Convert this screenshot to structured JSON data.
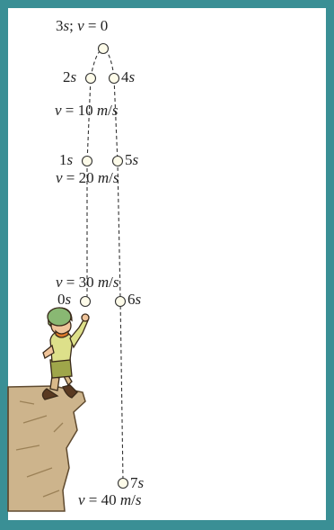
{
  "colors": {
    "frame": "#3a8f95",
    "ball_fill": "#fdfbe9",
    "line": "#333333"
  },
  "labels": {
    "top": "3s; v = 0",
    "t2": "2s",
    "t4": "4s",
    "v10": "v = 10 m/s",
    "t1": "1s",
    "t5": "5s",
    "v20": "v = 20 m/s",
    "v30": "v = 30 m/s",
    "t0": "0s",
    "t6": "6s",
    "t7": "7s",
    "v40": "v = 40 m/s"
  },
  "illustration": {
    "figure": "child throwing ball upward",
    "scenery": "cliff edge"
  }
}
